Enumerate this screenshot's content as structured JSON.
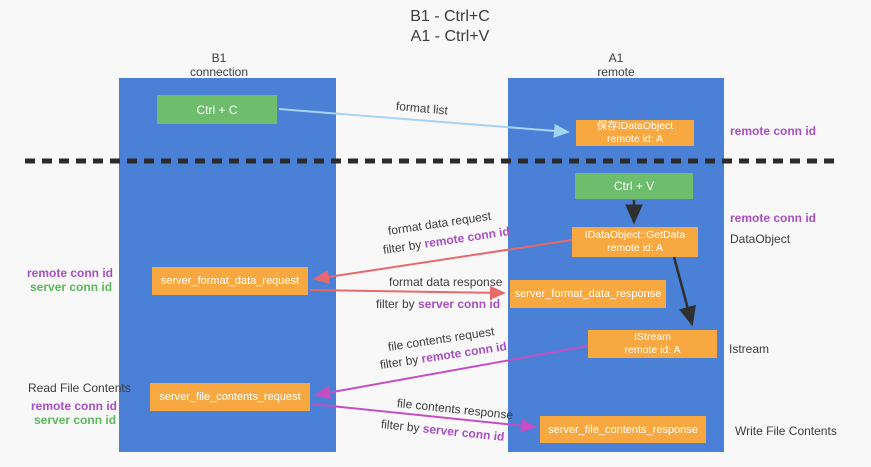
{
  "colors": {
    "background": "#f8f8f8",
    "column_blue": "#4a80d5",
    "box_green": "#6dbd6d",
    "box_orange": "#f7a841",
    "box_text": "#ffffff",
    "text_dark": "#3c3c3c",
    "text_purple": "#a94fc5",
    "text_green": "#5cb85c",
    "arrow_lightblue": "#a5d3f3",
    "arrow_black": "#2f2f2f",
    "arrow_red": "#e8696b",
    "arrow_magenta": "#c44fc4",
    "divider_dark": "#2b2b2b"
  },
  "title": {
    "line1": "B1 - Ctrl+C",
    "line2": "A1 - Ctrl+V"
  },
  "lanes": {
    "left": {
      "name": "B1",
      "role": "connection"
    },
    "right": {
      "name": "A1",
      "role": "remote"
    }
  },
  "boxes": {
    "ctrl_c": {
      "label": "Ctrl + C"
    },
    "save_dataobject": {
      "line1": "保存IDataObject",
      "line2": "remote id: A"
    },
    "ctrl_v": {
      "label": "Ctrl + V"
    },
    "getdata": {
      "line1": "IDataObject::GetData",
      "line2": "remote id: A"
    },
    "format_request": {
      "label": "server_format_data_request"
    },
    "format_response": {
      "label": "server_format_data_response"
    },
    "istream": {
      "line1": "IStream",
      "line2": "remote id: A"
    },
    "file_request": {
      "label": "server_file_contents_request"
    },
    "file_response": {
      "label": "server_file_contents_response"
    }
  },
  "flow_labels": {
    "format_list": "format list",
    "format_request": {
      "title": "format data request",
      "filter_prefix": "filter by ",
      "filter_key": "remote conn id"
    },
    "format_response": {
      "title": "format data response",
      "filter_prefix": "filter by ",
      "filter_key": "server conn id"
    },
    "file_request": {
      "title": "file contents request",
      "filter_prefix": "filter by ",
      "filter_key": "remote conn id"
    },
    "file_response": {
      "title": "file contents response",
      "filter_prefix": "filter by ",
      "filter_key": "server conn id"
    }
  },
  "left_notes": {
    "remote_conn_id_top": "remote conn id",
    "server_conn_id_top": "server conn id",
    "read_file": "Read File Contents",
    "remote_conn_id_bottom": "remote conn id",
    "server_conn_id_bottom": "server conn id"
  },
  "right_notes": {
    "remote_conn_id_1": "remote conn id",
    "remote_conn_id_2": "remote conn id",
    "dataobject": "DataObject",
    "istream": "Istream",
    "write_file": "Write File Contents"
  }
}
